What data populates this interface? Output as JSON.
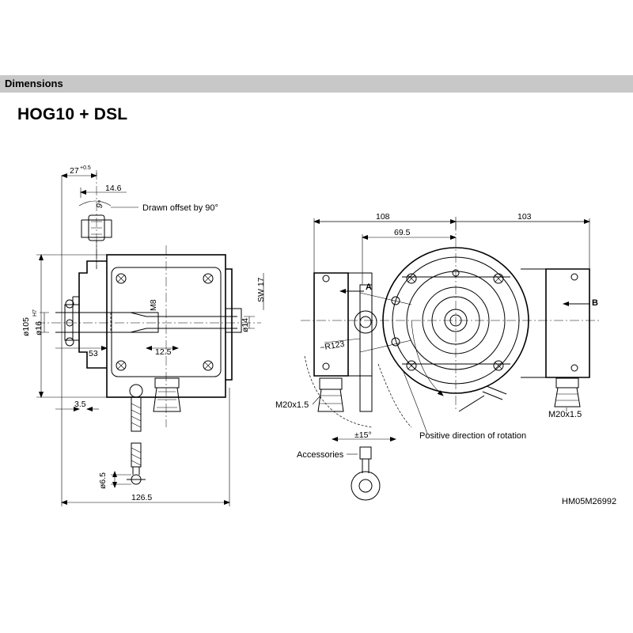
{
  "header": {
    "section_title": "Dimensions"
  },
  "product": {
    "title": "HOG10 + DSL"
  },
  "dimensions": {
    "d27": "27",
    "d27_tol": "+0.5",
    "d14_6": "14.6",
    "d9deg": "9°",
    "drawn_offset": "Drawn offset by 90°",
    "d105": "ø105",
    "d16": "ø16",
    "d16_tol": "H7",
    "m8": "M8",
    "sw17": "SW 17",
    "d14": "ø14",
    "d53": "53",
    "d12_5": "12.5",
    "d3_5": "3.5",
    "d6_5": "ø6.5",
    "d126_5": "126.5",
    "d108": "108",
    "d103": "103",
    "d69_5": "69.5",
    "r123": "~R123",
    "m20_left": "M20x1.5",
    "m20_right": "M20x1.5",
    "pm15": "±15°",
    "view_a": "A",
    "view_b": "B"
  },
  "labels": {
    "rotation": "Positive direction of rotation",
    "accessories": "Accessories",
    "drawing_number": "HM05M26992"
  }
}
